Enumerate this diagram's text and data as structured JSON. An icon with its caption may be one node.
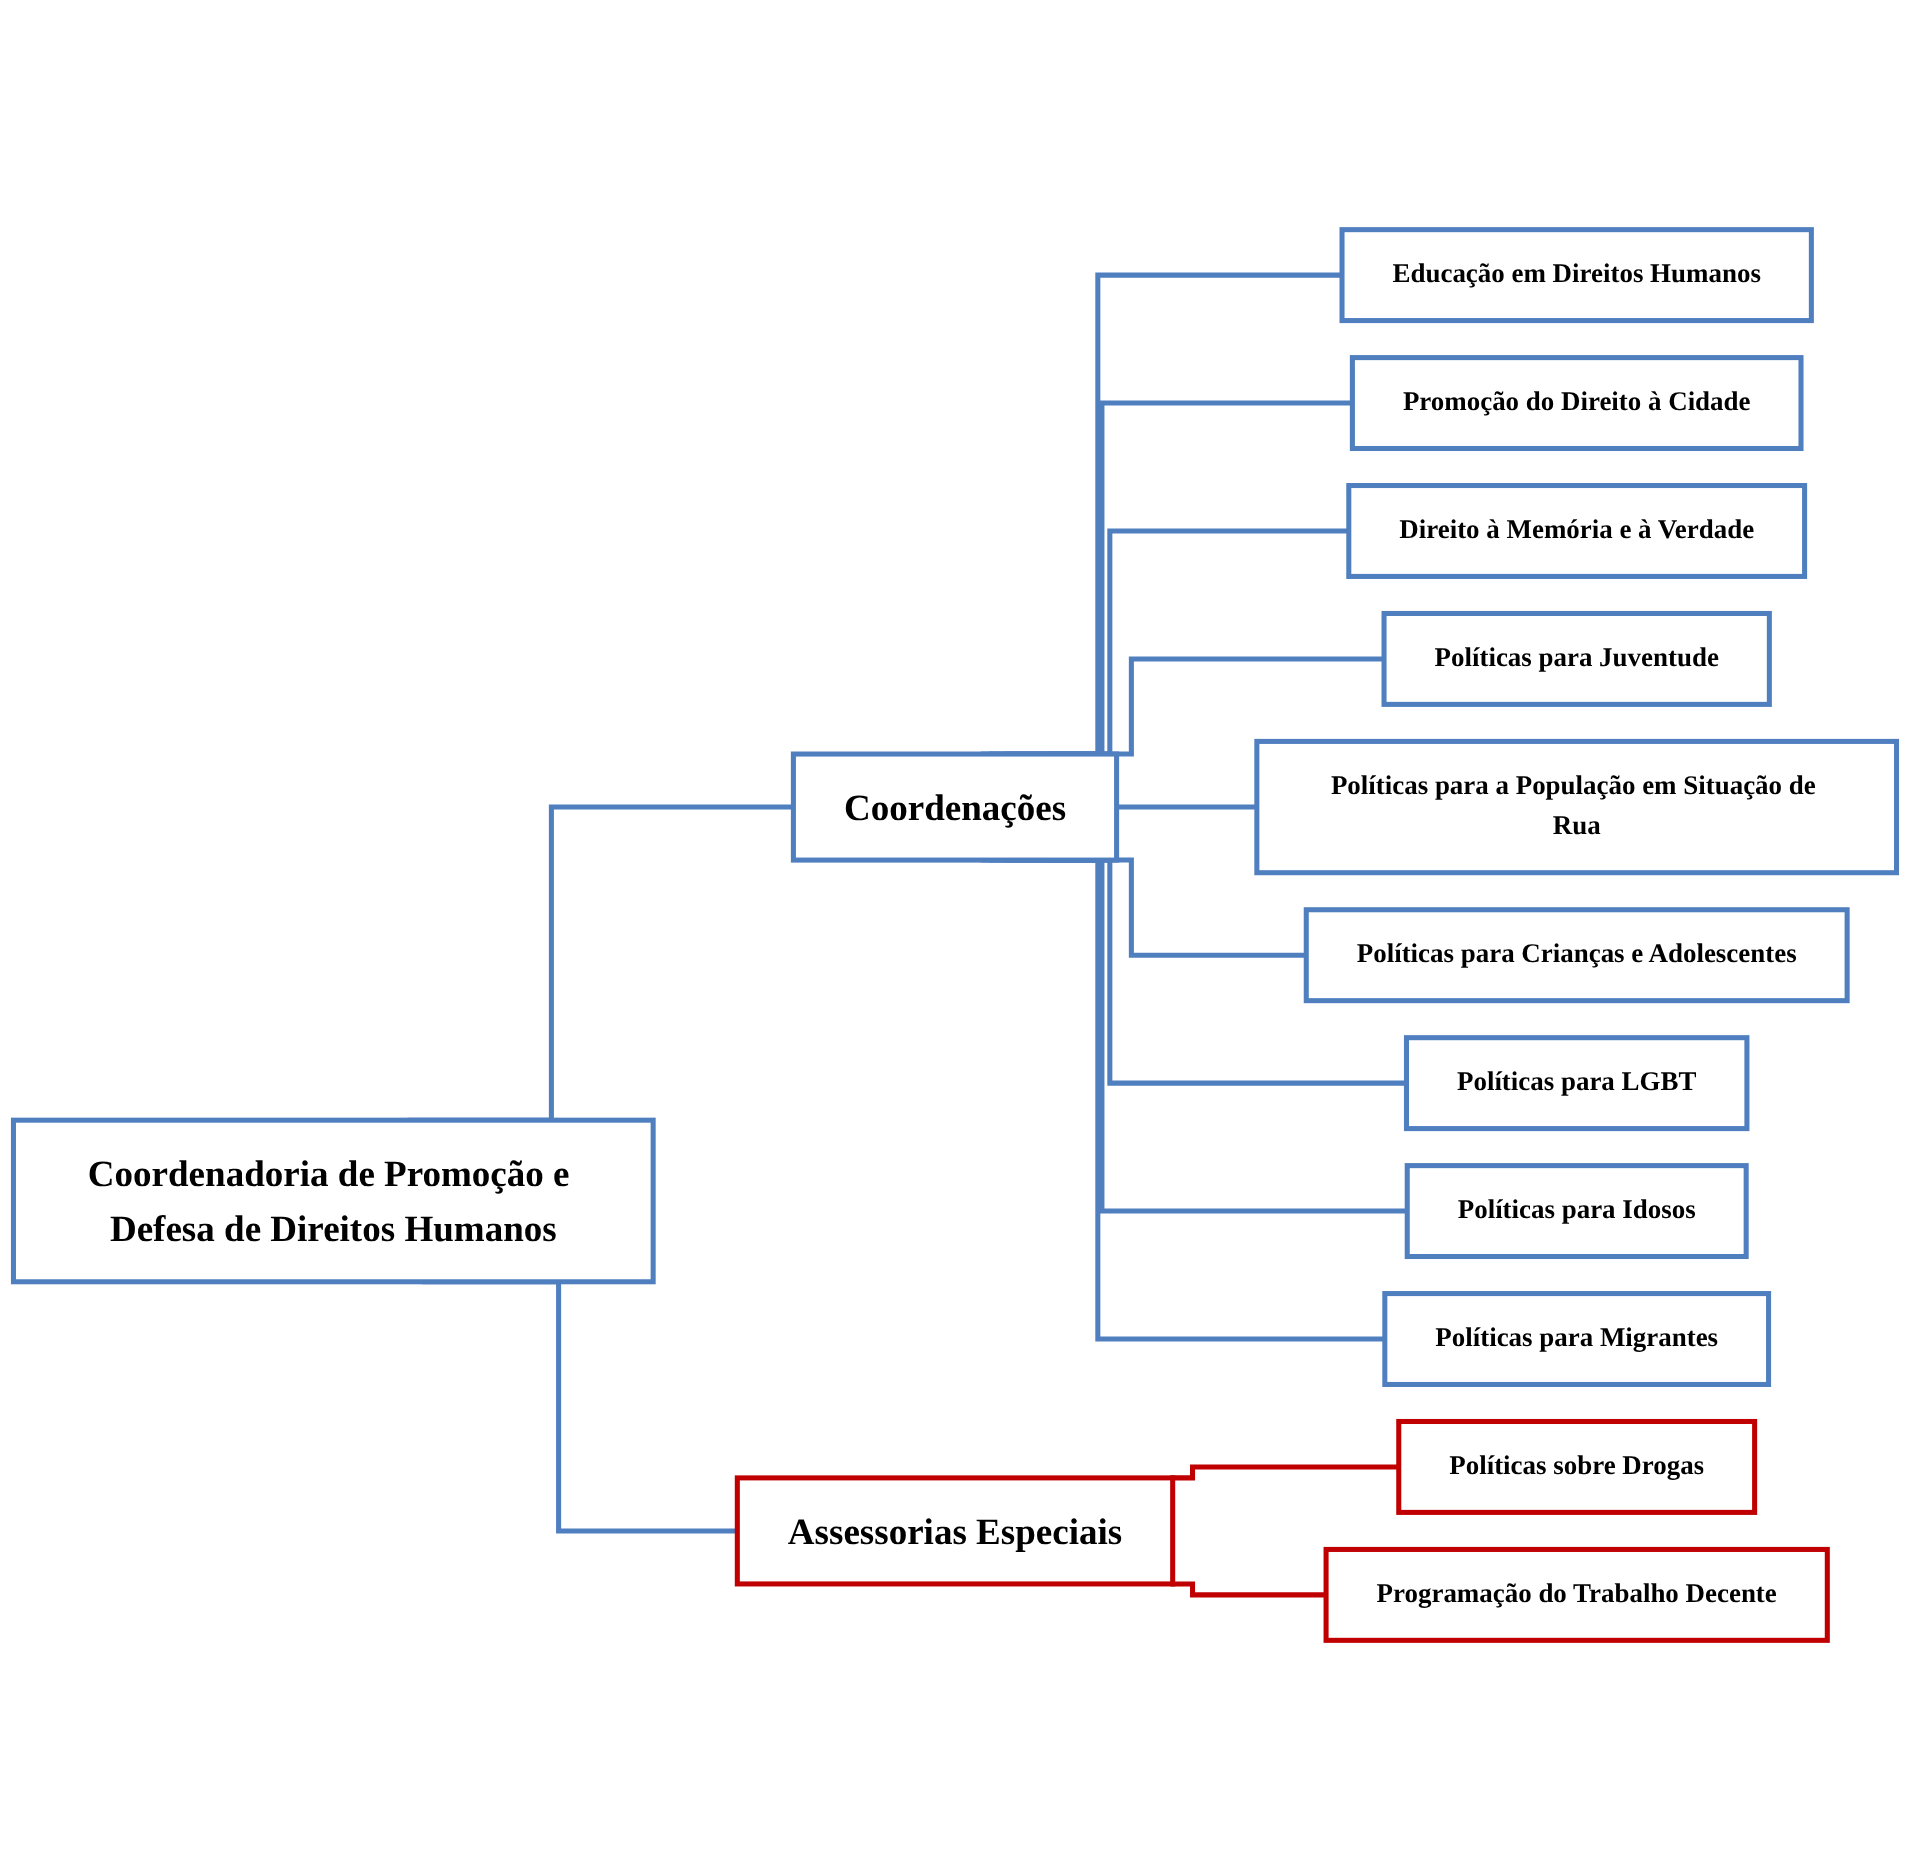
{
  "diagram": {
    "nodes": [
      {
        "text": [
          "Coordenadoria de Promoção e Defesa de Direitos Humanos"
        ]
      },
      {
        "text": [
          "Coordenações"
        ]
      },
      {
        "text": [
          "Educação em Direitos Humanos"
        ]
      },
      {
        "text": [
          "Promoção do Direito à Cidade"
        ]
      },
      {
        "text": [
          "Direito à Memória e à Verdade"
        ]
      },
      {
        "text": [
          "Políticas para Juventude"
        ]
      },
      {
        "text": [
          "Políticas para a População em Situação de Rua"
        ]
      },
      {
        "text": [
          "Políticas para Crianças e Adolescentes"
        ]
      },
      {
        "text": [
          "Políticas para LGBT"
        ]
      },
      {
        "text": [
          "Políticas para Idosos"
        ]
      },
      {
        "text": [
          "Políticas para Migrantes"
        ]
      },
      {
        "text": [
          "Assessorias Especiais"
        ]
      },
      {
        "text": [
          "Políticas sobre Drogas"
        ]
      },
      {
        "text": [
          "Programação do Trabalho Decente"
        ]
      }
    ],
    "edges": [
      {
        "from": 0,
        "to": 1,
        "arrow": "none"
      },
      {
        "from": 0,
        "to": 11,
        "arrow": "none"
      },
      {
        "from": 1,
        "to": 2,
        "arrow": "none"
      },
      {
        "from": 1,
        "to": 3,
        "arrow": "none"
      },
      {
        "from": 1,
        "to": 4,
        "arrow": "none"
      },
      {
        "from": 1,
        "to": 5,
        "arrow": "none"
      },
      {
        "from": 1,
        "to": 6,
        "arrow": "none"
      },
      {
        "from": 1,
        "to": 7,
        "arrow": "none"
      },
      {
        "from": 1,
        "to": 8,
        "arrow": "none"
      },
      {
        "from": 1,
        "to": 9,
        "arrow": "none"
      },
      {
        "from": 1,
        "to": 10,
        "arrow": "none"
      },
      {
        "from": 11,
        "to": 12,
        "arrow": "none",
        "color": "#c00000"
      },
      {
        "from": 11,
        "to": 13,
        "arrow": "none",
        "color": "#c00000"
      }
    ]
  }
}
